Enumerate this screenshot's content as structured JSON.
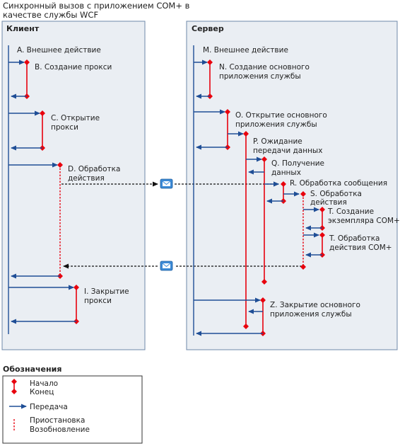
{
  "title": [
    "Синхронный вызов с приложением COM+ в",
    "качестве службы WCF"
  ],
  "client": {
    "header": "Клиент",
    "steps": {
      "a": [
        "A. Внешнее действие"
      ],
      "b": [
        "B. Создание прокси"
      ],
      "c": [
        "C. Открытие",
        "прокси"
      ],
      "d": [
        "D. Обработка",
        "действия"
      ],
      "i": [
        "I. Закрытие",
        "прокси"
      ]
    }
  },
  "server": {
    "header": "Сервер",
    "steps": {
      "m": [
        "M. Внешнее действие"
      ],
      "n": [
        "N. Создание основного",
        "приложения службы"
      ],
      "o": [
        "O. Открытие основного",
        "приложения службы"
      ],
      "p": [
        "P. Ожидание",
        "передачи данных"
      ],
      "q": [
        "Q. Получение",
        "данных"
      ],
      "r": [
        "R. Обработка сообщения"
      ],
      "s": [
        "S. Обработка",
        "действия"
      ],
      "t1": [
        "T. Создание",
        "экземпляра COM+"
      ],
      "t2": [
        "T. Обработка",
        "действия COM+"
      ],
      "z": [
        "Z. Закрытие основного",
        "приложения службы"
      ]
    }
  },
  "legend": {
    "title": "Обозначения",
    "start": "Начало",
    "end": "Конец",
    "transfer": "Передача",
    "pause": "Приостановка",
    "resume": "Возобновление"
  },
  "colors": {
    "panel_bg": "#eaeef3",
    "panel_border": "#6f88a8",
    "arrow": "#1f4e96",
    "activation": "#e8000d",
    "message": "#111111",
    "envelope": "#3c8ad6"
  }
}
